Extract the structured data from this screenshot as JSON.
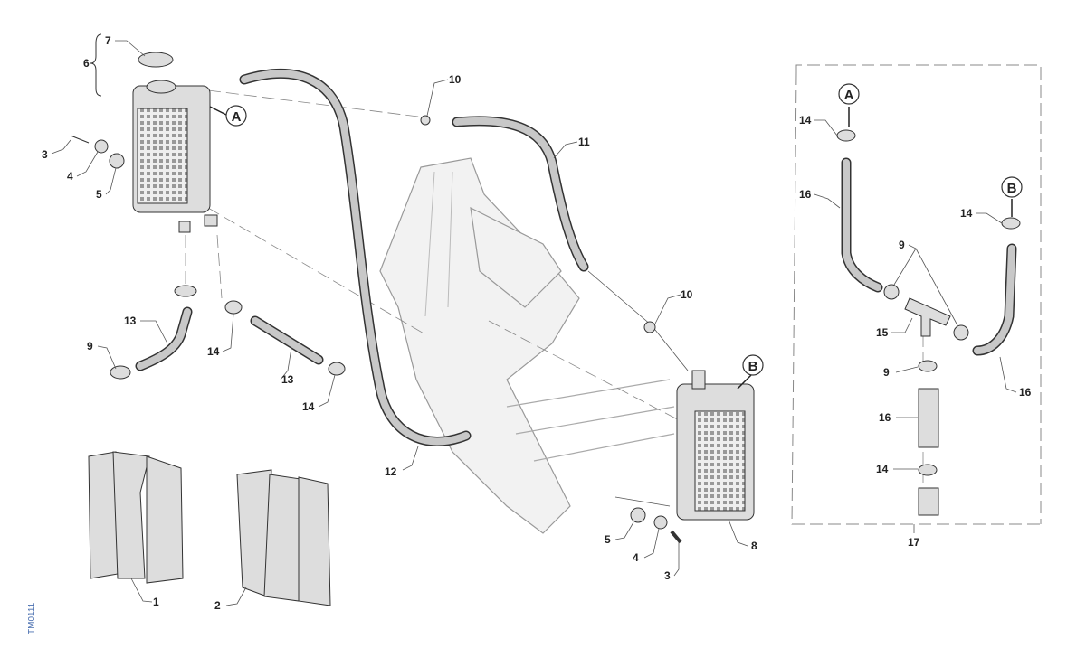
{
  "diagram": {
    "figure_id": "TM0111",
    "callouts": {
      "a": "A",
      "b": "B"
    },
    "labels": {
      "n1": "1",
      "n2": "2",
      "n3a": "3",
      "n3b": "3",
      "n4a": "4",
      "n4b": "4",
      "n5a": "5",
      "n5b": "5",
      "n6": "6",
      "n7": "7",
      "n8": "8",
      "n9a": "9",
      "n9b": "9",
      "n9c": "9",
      "n10a": "10",
      "n10b": "10",
      "n11": "11",
      "n12": "12",
      "n13a": "13",
      "n13b": "13",
      "n14a": "14",
      "n14b": "14",
      "n14c": "14",
      "n14d": "14",
      "n14e": "14",
      "n15": "15",
      "n16a": "16",
      "n16b": "16",
      "n16c": "16",
      "n17": "17"
    }
  }
}
